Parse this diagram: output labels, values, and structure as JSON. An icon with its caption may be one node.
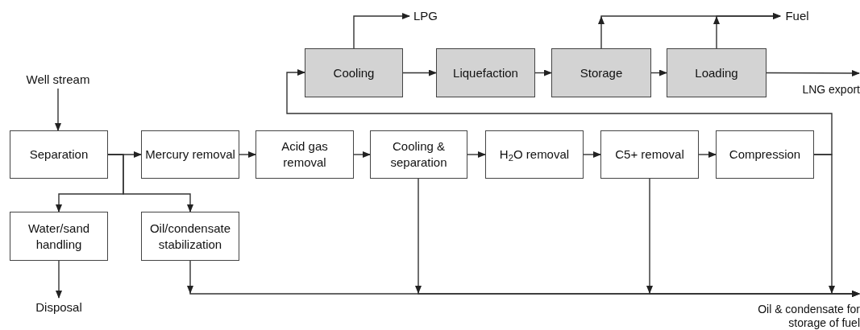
{
  "diagram": {
    "nodes": [
      {
        "text": [
          "Well stream"
        ]
      },
      {
        "text": [
          "Separation"
        ]
      },
      {
        "text": [
          "Mercury removal"
        ]
      },
      {
        "text": [
          "Acid gas removal"
        ]
      },
      {
        "text": [
          "Cooling & separation"
        ]
      },
      {
        "text": [
          "H$_{2}$O removal"
        ]
      },
      {
        "text": [
          "C5+ removal"
        ]
      },
      {
        "text": [
          "Compression"
        ]
      },
      {
        "text": [
          "Water/sand handling"
        ]
      },
      {
        "text": [
          "Oil/condensate stabilization"
        ]
      },
      {
        "text": [
          "Disposal"
        ]
      },
      {
        "text": [
          "Cooling"
        ]
      },
      {
        "text": [
          "Liquefaction"
        ]
      },
      {
        "text": [
          "Storage"
        ]
      },
      {
        "text": [
          "Loading"
        ]
      },
      {
        "text": [
          "LPG"
        ]
      },
      {
        "text": [
          "Fuel"
        ]
      },
      {
        "text": [
          "LNG export"
        ]
      },
      {
        "text": [
          "Oil & condensate for storage of fuel"
        ]
      }
    ],
    "edges": [
      {
        "from": 0,
        "to": 1,
        "arrow": "to"
      },
      {
        "from": 1,
        "to": 2,
        "arrow": "to"
      },
      {
        "from": 1,
        "to": 8,
        "arrow": "to"
      },
      {
        "from": 1,
        "to": 9,
        "arrow": "to"
      },
      {
        "from": 2,
        "to": 3,
        "arrow": "to"
      },
      {
        "from": 3,
        "to": 4,
        "arrow": "to"
      },
      {
        "from": 4,
        "to": 5,
        "arrow": "to"
      },
      {
        "from": 5,
        "to": 6,
        "arrow": "to"
      },
      {
        "from": 6,
        "to": 7,
        "arrow": "to"
      },
      {
        "from": 7,
        "to": 11,
        "arrow": "to"
      },
      {
        "from": 7,
        "to": 18,
        "arrow": "to"
      },
      {
        "from": 9,
        "to": 18,
        "arrow": "to"
      },
      {
        "from": 4,
        "to": 18,
        "arrow": "to"
      },
      {
        "from": 6,
        "to": 18,
        "arrow": "to"
      },
      {
        "from": 8,
        "to": 10,
        "arrow": "to"
      },
      {
        "from": 11,
        "to": 12,
        "arrow": "to"
      },
      {
        "from": 12,
        "to": 13,
        "arrow": "to"
      },
      {
        "from": 13,
        "to": 14,
        "arrow": "to"
      },
      {
        "from": 11,
        "to": 15,
        "arrow": "to"
      },
      {
        "from": 13,
        "to": 16,
        "arrow": "to"
      },
      {
        "from": 14,
        "to": 16,
        "arrow": "to"
      },
      {
        "from": 14,
        "to": 17,
        "arrow": "to"
      }
    ]
  }
}
